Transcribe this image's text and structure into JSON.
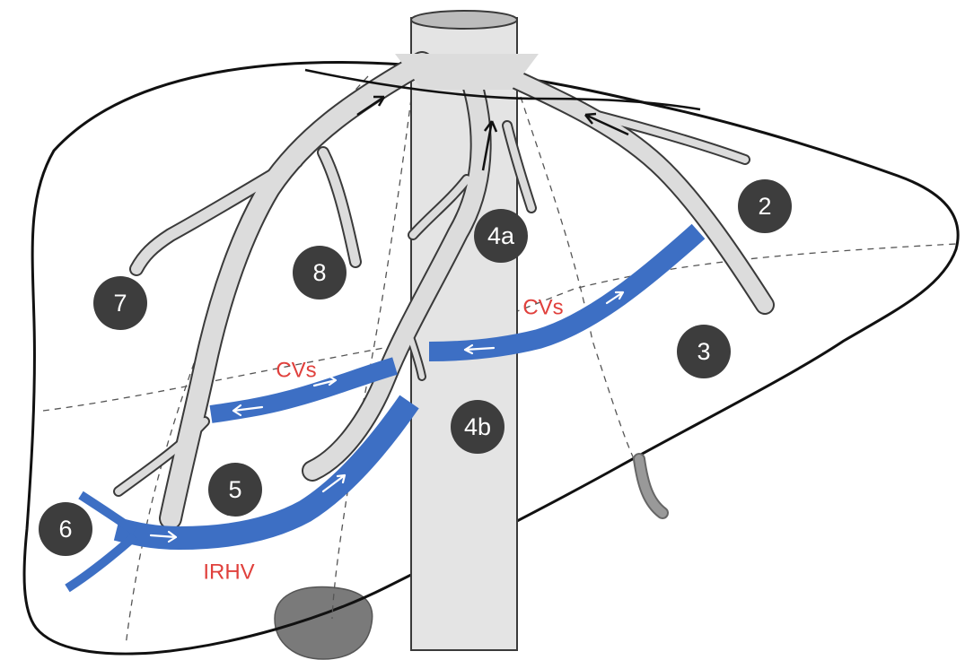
{
  "diagram": {
    "colors": {
      "outline": "#111111",
      "vessel_fill": "#dcdcdc",
      "vessel_stroke": "#3a3a3a",
      "ivc_fill": "#e4e4e4",
      "blue_vein": "#3d6fc4",
      "label_red": "#e0403c",
      "segment_badge": "#3d3d3d",
      "segment_text": "#ffffff",
      "gallbladder_duct": "#999999",
      "dark_lobe": "#7a7a7a"
    },
    "segments": [
      {
        "id": "2",
        "label": "2"
      },
      {
        "id": "3",
        "label": "3"
      },
      {
        "id": "4a",
        "label": "4a"
      },
      {
        "id": "4b",
        "label": "4b"
      },
      {
        "id": "5",
        "label": "5"
      },
      {
        "id": "6",
        "label": "6"
      },
      {
        "id": "7",
        "label": "7"
      },
      {
        "id": "8",
        "label": "8"
      }
    ],
    "vessel_labels": {
      "cvs_upper": "CVs",
      "cvs_lower": "CVs",
      "irhv": "IRHV"
    }
  }
}
